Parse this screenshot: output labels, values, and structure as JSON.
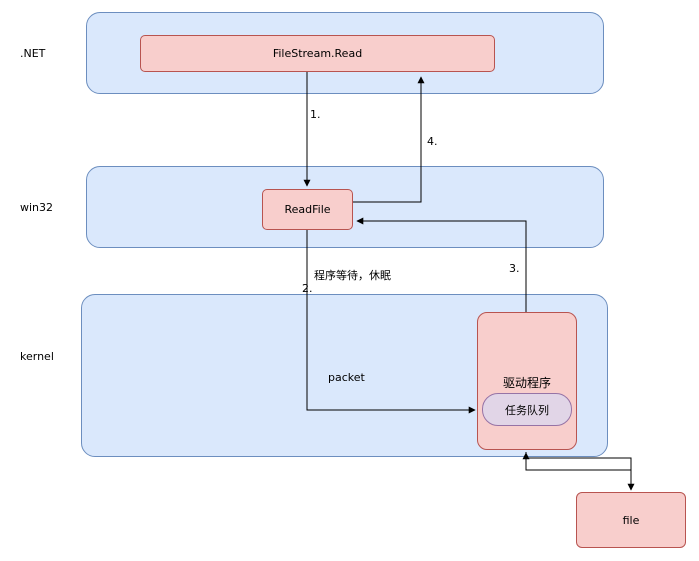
{
  "layers": {
    "dotnet": ".NET",
    "win32": "win32",
    "kernel": "kernel"
  },
  "nodes": {
    "filestream_read": "FileStream.Read",
    "readfile": "ReadFile",
    "driver": "驱动程序",
    "task_queue": "任务队列",
    "file": "file"
  },
  "edges": {
    "step1": "1.",
    "step2": "2.",
    "step3": "3.",
    "step4": "4.",
    "wait_note": "程序等待，休眠",
    "packet": "packet"
  }
}
